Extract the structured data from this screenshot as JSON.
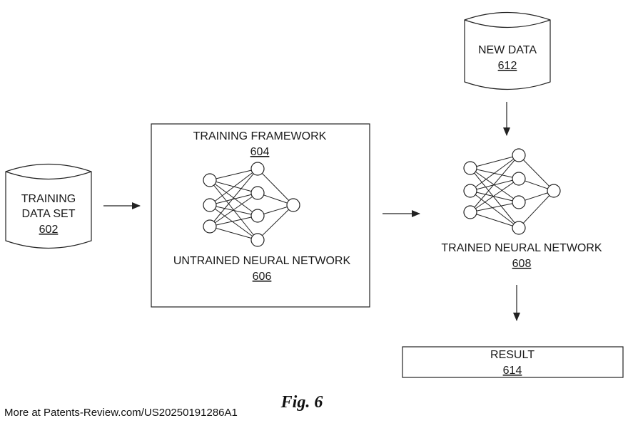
{
  "colors": {
    "stroke": "#222222",
    "text": "#1a1a1a",
    "background": "#ffffff"
  },
  "training_data": {
    "line1": "TRAINING",
    "line2": "DATA SET",
    "ref": "602"
  },
  "framework": {
    "label": "TRAINING FRAMEWORK",
    "ref": "604"
  },
  "untrained": {
    "label": "UNTRAINED NEURAL NETWORK",
    "ref": "606"
  },
  "new_data": {
    "label": "NEW DATA",
    "ref": "612"
  },
  "trained": {
    "label": "TRAINED NEURAL NETWORK",
    "ref": "608"
  },
  "result": {
    "label": "RESULT",
    "ref": "614"
  },
  "figure": {
    "caption": "Fig. 6"
  },
  "footer": {
    "text": "More at Patents-Review.com/US20250191286A1"
  }
}
